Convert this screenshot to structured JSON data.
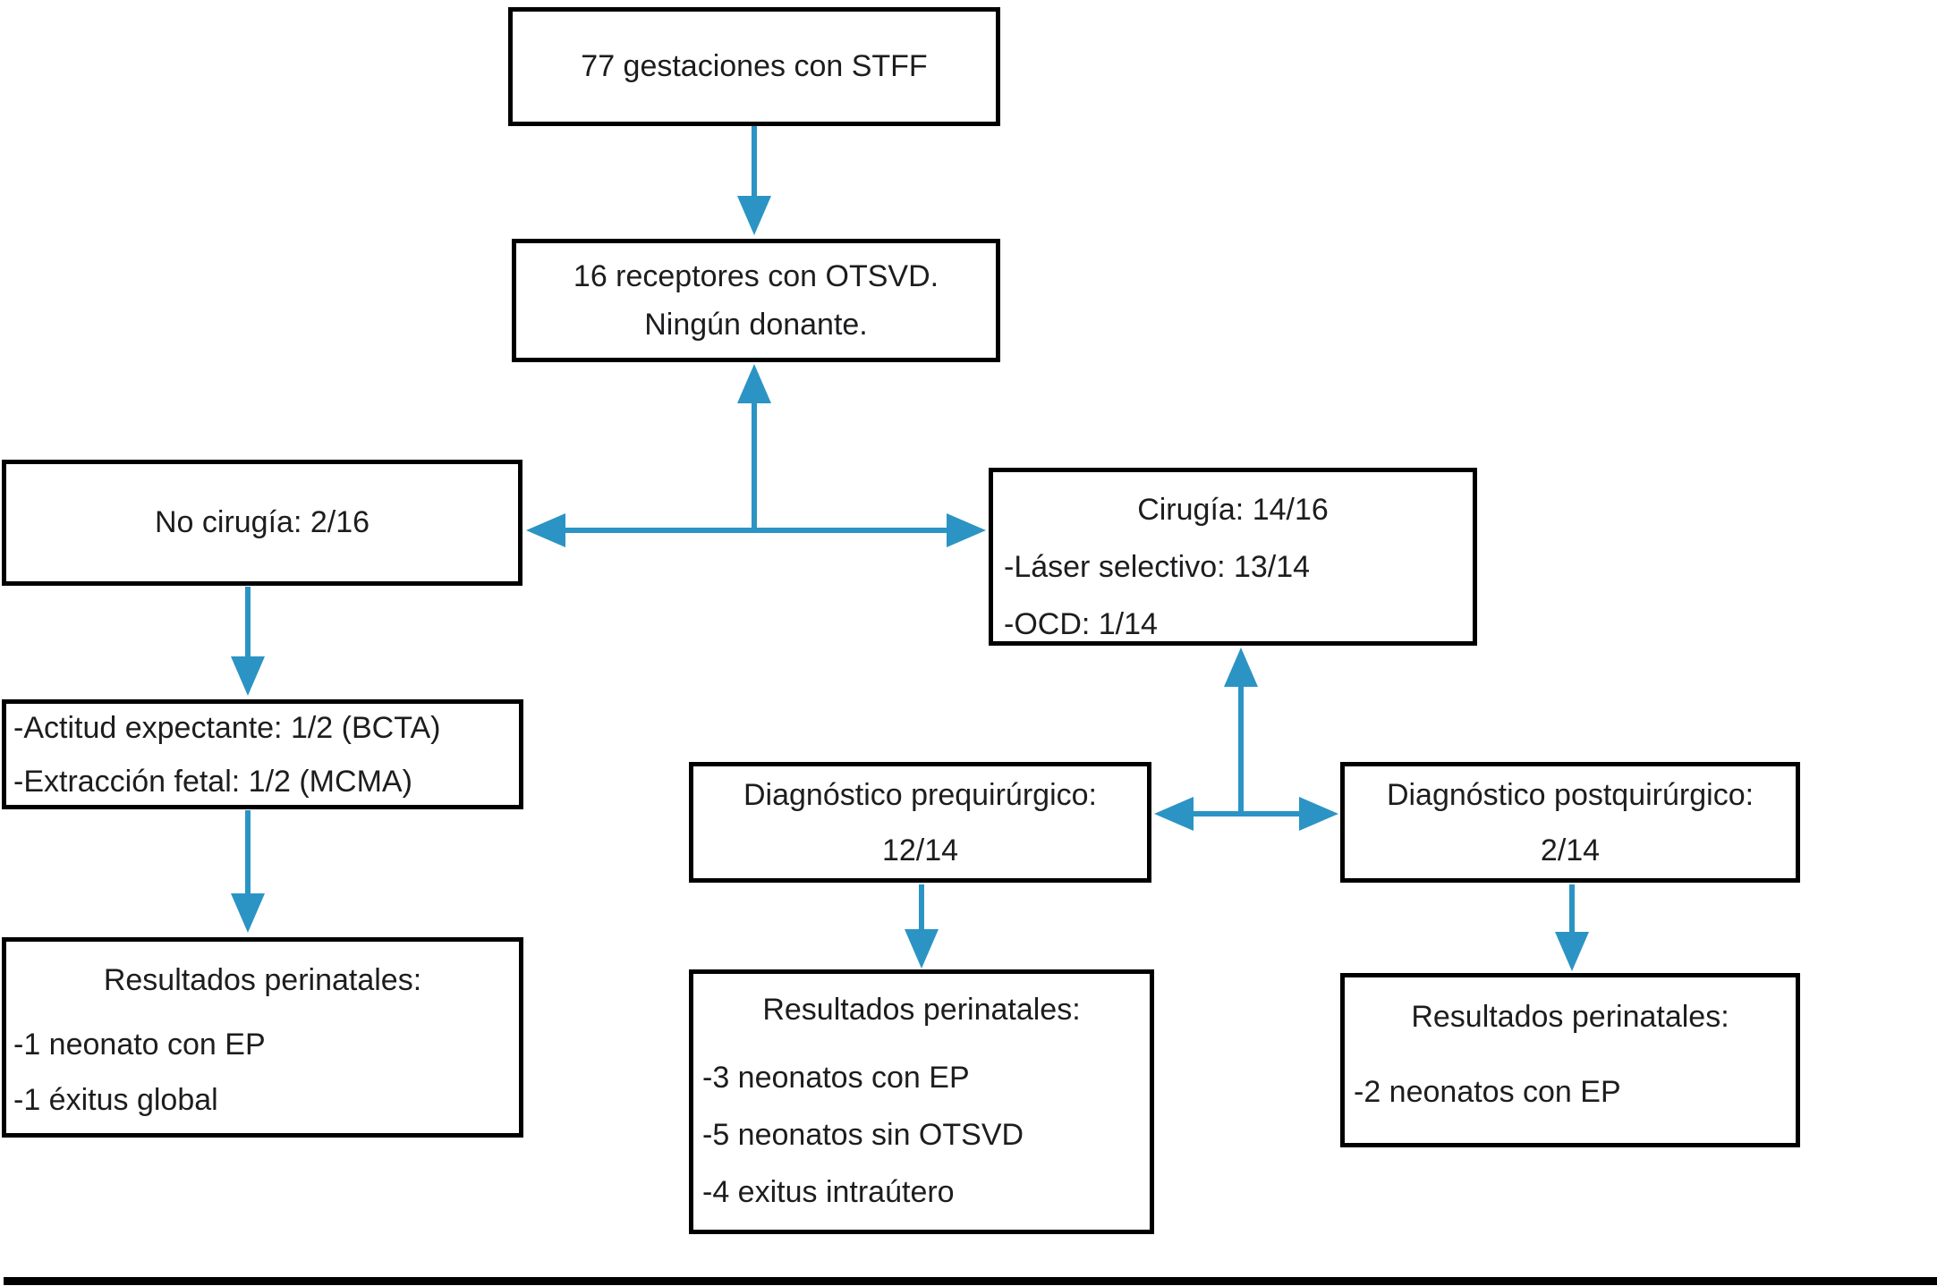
{
  "colors": {
    "arrow": "#2B94C4",
    "box_border": "#000000",
    "text": "#1D1D1F",
    "background": "#FFFFFF"
  },
  "flowchart": {
    "top": {
      "text": "77 gestaciones con STFF"
    },
    "receptores": {
      "line1": "16 receptores con OTSVD.",
      "line2": "Ningún donante."
    },
    "no_cirugia": {
      "text": "No cirugía: 2/16"
    },
    "cirugia": {
      "title": "Cirugía: 14/16",
      "items": [
        "-Láser selectivo: 13/14",
        "-OCD: 1/14"
      ]
    },
    "manejo_no_cirugia": {
      "items": [
        "-Actitud expectante: 1/2 (BCTA)",
        "-Extracción fetal: 1/2 (MCMA)"
      ]
    },
    "resultados_no_cirugia": {
      "title": "Resultados perinatales:",
      "items": [
        "-1 neonato con EP",
        "-1 éxitus global"
      ]
    },
    "diagnostico_pre": {
      "line1": "Diagnóstico prequirúrgico:",
      "line2": "12/14"
    },
    "diagnostico_post": {
      "line1": "Diagnóstico postquirúrgico:",
      "line2": "2/14"
    },
    "resultados_pre": {
      "title": "Resultados perinatales:",
      "items": [
        "-3 neonatos con EP",
        "-5 neonatos sin OTSVD",
        "-4 exitus intraútero"
      ]
    },
    "resultados_post": {
      "title": "Resultados perinatales:",
      "items": [
        "-2 neonatos con EP"
      ]
    }
  }
}
